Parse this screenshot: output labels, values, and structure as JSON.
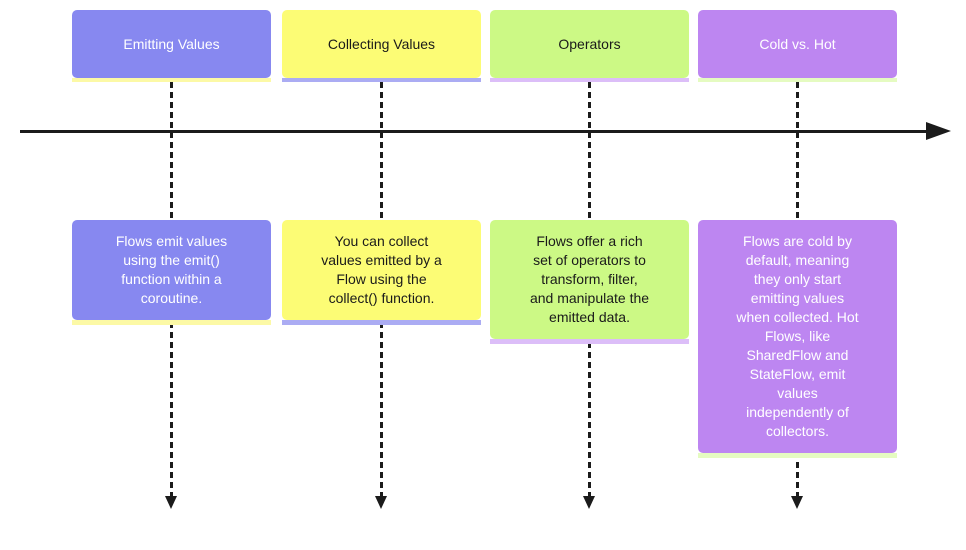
{
  "axis": {
    "color": "#1b1b1b",
    "direction": "right"
  },
  "connector": {
    "style": "dashed",
    "arrow": "down"
  },
  "columns": [
    {
      "title": "Emitting Values",
      "body": "Flows emit values\nusing the emit()\nfunction within a\ncoroutine.",
      "fill": "#8788f0",
      "text_color": "#ffffff",
      "shadow_color": "#fcf9a6"
    },
    {
      "title": "Collecting Values",
      "body": "You can collect\nvalues emitted by a\nFlow using the\ncollect() function.",
      "fill": "#fcfc75",
      "text_color": "#1a1a1a",
      "shadow_color": "#abacf3"
    },
    {
      "title": "Operators",
      "body": "Flows offer a rich\nset of operators to\ntransform, filter,\nand manipulate the\nemitted data.",
      "fill": "#ccf985",
      "text_color": "#1a1a1a",
      "shadow_color": "#dcbef8"
    },
    {
      "title": "Cold vs. Hot",
      "body": "Flows are cold by\ndefault, meaning\nthey only start\nemitting values\nwhen collected. Hot\nFlows, like\nSharedFlow and\nStateFlow, emit\nvalues\nindependently of\ncollectors.",
      "fill": "#bd86f1",
      "text_color": "#ffffff",
      "shadow_color": "#e5fbc1"
    }
  ]
}
